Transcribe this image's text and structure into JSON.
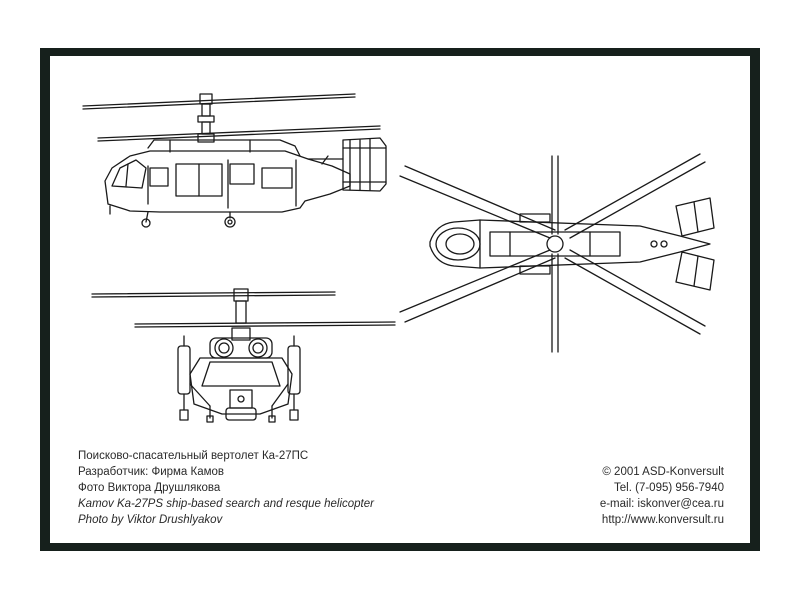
{
  "caption": {
    "line_ru_title": "Поисково-спасательный вертолет Ка-27ПС",
    "line_ru_developer": "Разработчик: Фирма Камов",
    "line_ru_photo": "Фото Виктора Друшлякова",
    "line_en_title": "Kamov Ka-27PS ship-based search and resque helicopter",
    "line_en_photo": "Photo by Viktor Drushlyakov"
  },
  "contacts": {
    "copyright": "© 2001 ASD-Konversult",
    "tel": "Tel. (7-095) 956-7940",
    "email": "e-mail: iskonver@cea.ru",
    "url": "http://www.konversult.ru"
  },
  "colors": {
    "frame": "#16201c",
    "line": "#1a1a1a",
    "paper": "#ffffff"
  }
}
